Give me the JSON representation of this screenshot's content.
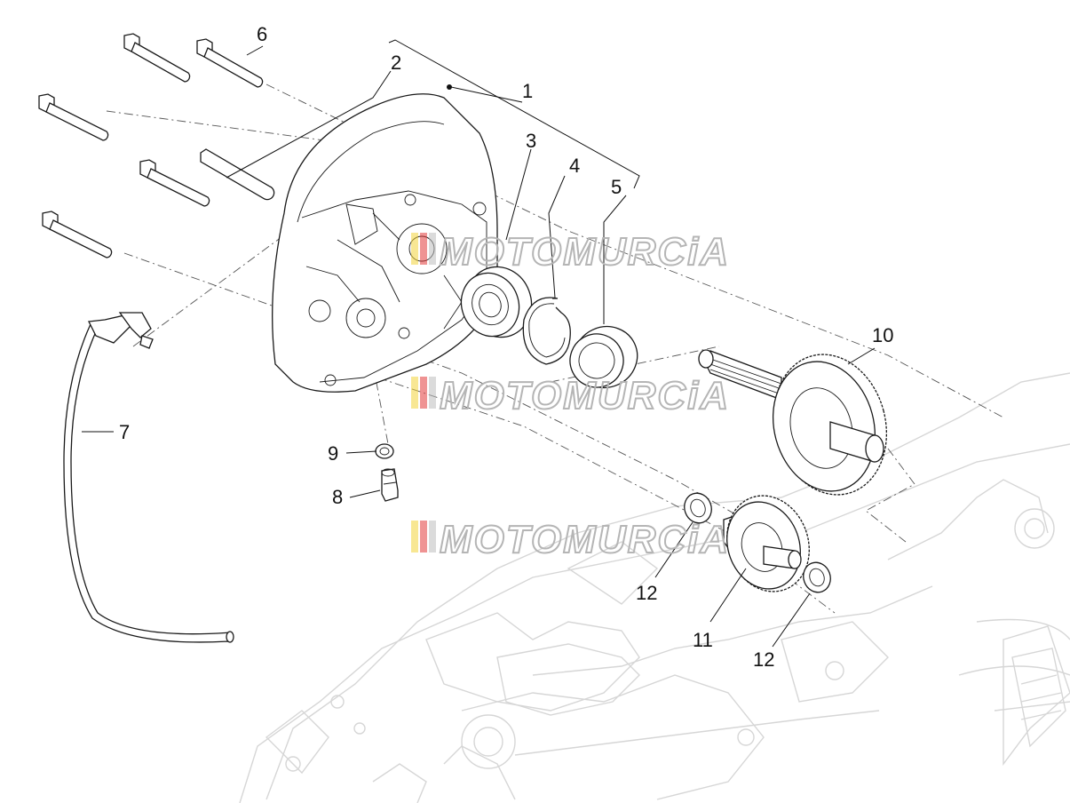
{
  "callouts": [
    {
      "id": "1",
      "label": "1"
    },
    {
      "id": "2",
      "label": "2"
    },
    {
      "id": "3",
      "label": "3"
    },
    {
      "id": "4",
      "label": "4"
    },
    {
      "id": "5",
      "label": "5"
    },
    {
      "id": "6",
      "label": "6"
    },
    {
      "id": "7",
      "label": "7"
    },
    {
      "id": "8",
      "label": "8"
    },
    {
      "id": "9",
      "label": "9"
    },
    {
      "id": "10",
      "label": "10"
    },
    {
      "id": "11",
      "label": "11"
    },
    {
      "id": "12a",
      "label": "12"
    },
    {
      "id": "12b",
      "label": "12"
    }
  ],
  "watermark": {
    "text": "MOTOMURCiA",
    "flag_colors": [
      "#f2d43a",
      "#e23a3a",
      "#bdbdbd"
    ]
  }
}
